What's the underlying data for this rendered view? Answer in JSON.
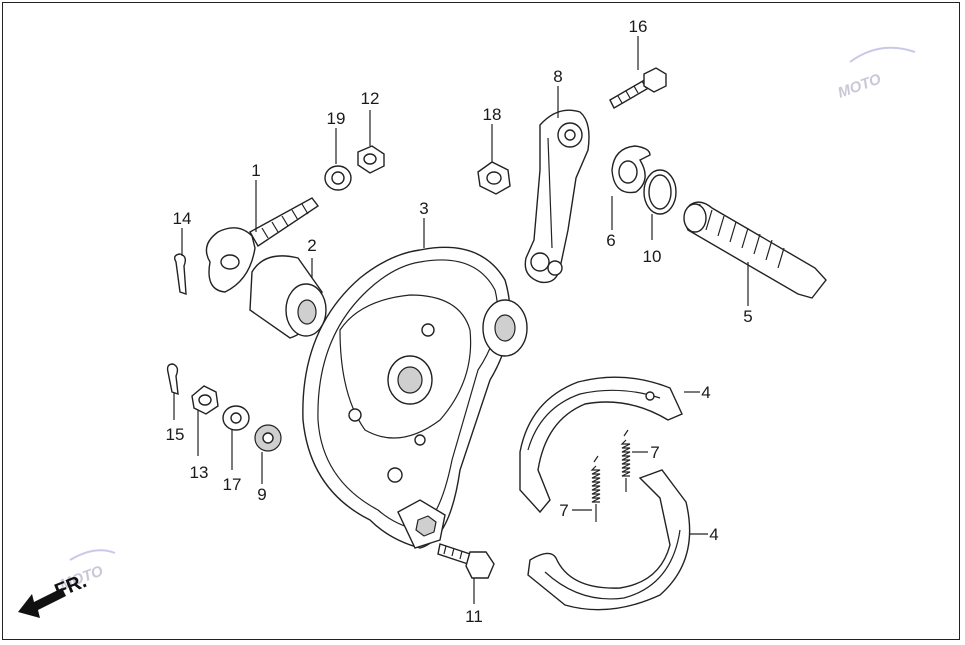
{
  "callouts": {
    "c1": "1",
    "c2": "2",
    "c3": "3",
    "c4a": "4",
    "c4b": "4",
    "c5": "5",
    "c6": "6",
    "c7a": "7",
    "c7b": "7",
    "c8": "8",
    "c9": "9",
    "c10": "10",
    "c11": "11",
    "c12": "12",
    "c13": "13",
    "c14": "14",
    "c15": "15",
    "c16": "16",
    "c17": "17",
    "c18": "18",
    "c19": "19"
  },
  "direction": {
    "label": "FR."
  },
  "watermark": {
    "text": "MOTO"
  },
  "colors": {
    "line": "#222222",
    "background": "#ffffff",
    "watermark": "#c8c8d8"
  }
}
